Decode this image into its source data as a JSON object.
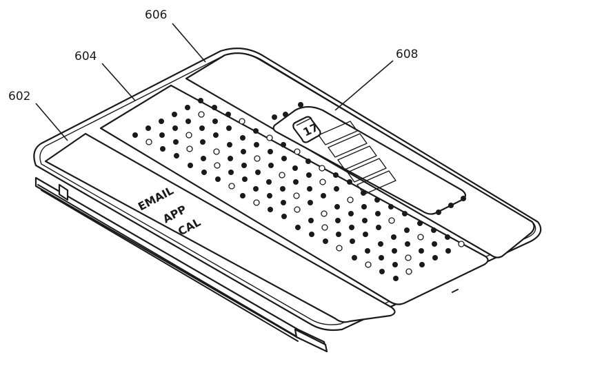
{
  "figure": {
    "callouts": [
      {
        "id": "602",
        "text": "602"
      },
      {
        "id": "604",
        "text": "604"
      },
      {
        "id": "606",
        "text": "606"
      },
      {
        "id": "608",
        "text": "608"
      }
    ],
    "cover_lettering": [
      "EMAIL",
      "APP",
      "CAL"
    ],
    "calendar_icon_day": "17"
  },
  "colors": {
    "line": "#1a1a1a",
    "paper": "#ffffff"
  }
}
